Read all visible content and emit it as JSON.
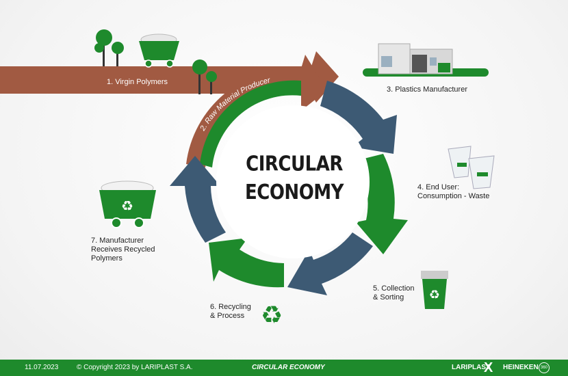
{
  "center": {
    "line1": "CIRCULAR",
    "line2": "ECONOMY"
  },
  "steps": [
    {
      "label": "1. Virgin Polymers"
    },
    {
      "label": "2. Raw Material Producer"
    },
    {
      "label": "3. Plastics Manufacturer"
    },
    {
      "line1": "4. End User:",
      "line2": "Consumption - Waste"
    },
    {
      "line1": "5. Collection",
      "line2": "& Sorting"
    },
    {
      "line1": "6. Recycling",
      "line2": "& Process"
    },
    {
      "line1": "7. Manufacturer",
      "line2": "Receives Recycled",
      "line3": "Polymers"
    }
  ],
  "footer": {
    "date": "11.07.2023",
    "copyright": "© Copyright 2023 by LARIPLAST S.A.",
    "title": "CIRCULAR ECONOMY",
    "brand1": "LARIPLAST",
    "brand2": "HEINEKEN",
    "badge": "360"
  },
  "colors": {
    "green": "#1e8a2c",
    "blue": "#3d5a74",
    "brown": "#a15a42"
  }
}
